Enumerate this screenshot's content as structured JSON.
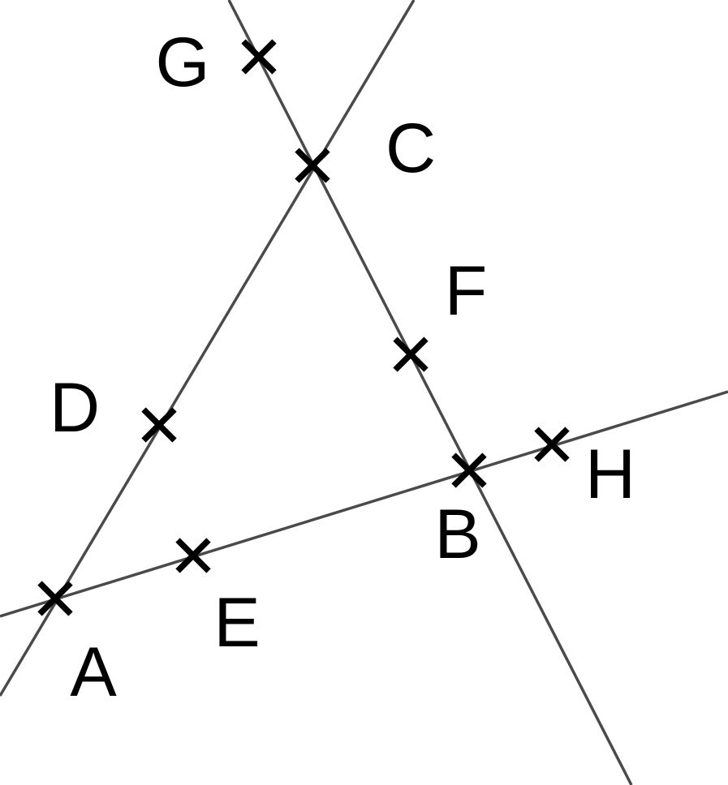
{
  "points": [
    {
      "label": "A"
    },
    {
      "label": "B"
    },
    {
      "label": "C"
    },
    {
      "label": "D"
    },
    {
      "label": "E"
    },
    {
      "label": "F"
    },
    {
      "label": "G"
    },
    {
      "label": "H"
    }
  ],
  "colors": {
    "line": "#4a4a4a",
    "marker": "#000000",
    "background": "#ffffff"
  }
}
